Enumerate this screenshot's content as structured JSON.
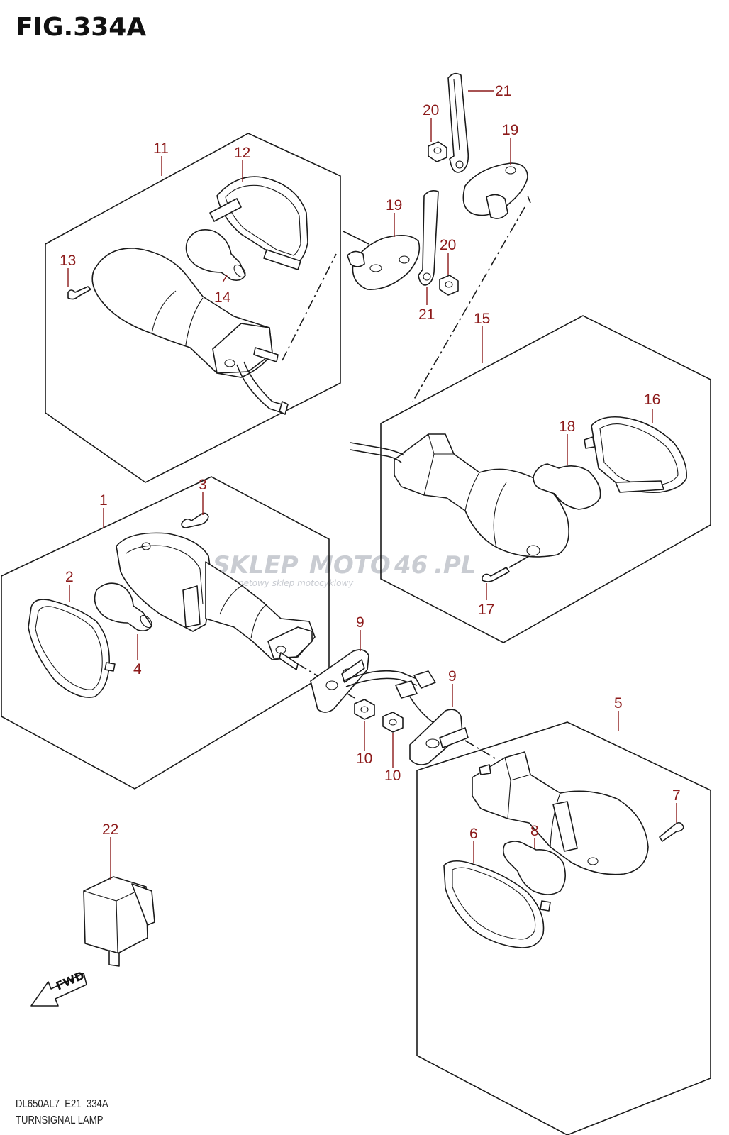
{
  "figure": {
    "title": "FIG.334A",
    "code": "DL650AL7_E21_334A",
    "name": "TURNSIGNAL LAMP"
  },
  "callouts": {
    "c1": "1",
    "c2": "2",
    "c3": "3",
    "c4": "4",
    "c5": "5",
    "c6": "6",
    "c7": "7",
    "c8": "8",
    "c9a": "9",
    "c9b": "9",
    "c10a": "10",
    "c10b": "10",
    "c11": "11",
    "c12": "12",
    "c13": "13",
    "c14": "14",
    "c15": "15",
    "c16": "16",
    "c17": "17",
    "c18": "18",
    "c19a": "19",
    "c19b": "19",
    "c20a": "20",
    "c20b": "20",
    "c21a": "21",
    "c21b": "21",
    "c22": "22"
  },
  "watermark": {
    "brand_main": "SKLEP",
    "brand_moto": "MOTO",
    "brand_num": "46",
    "brand_tld": ".PL",
    "tagline": "internetowy sklep motocyklowy"
  },
  "fwd_label": "FWD",
  "colors": {
    "callout": "#8c1a1a",
    "line": "#1a1a1a",
    "watermark": "#c9ccd2"
  }
}
